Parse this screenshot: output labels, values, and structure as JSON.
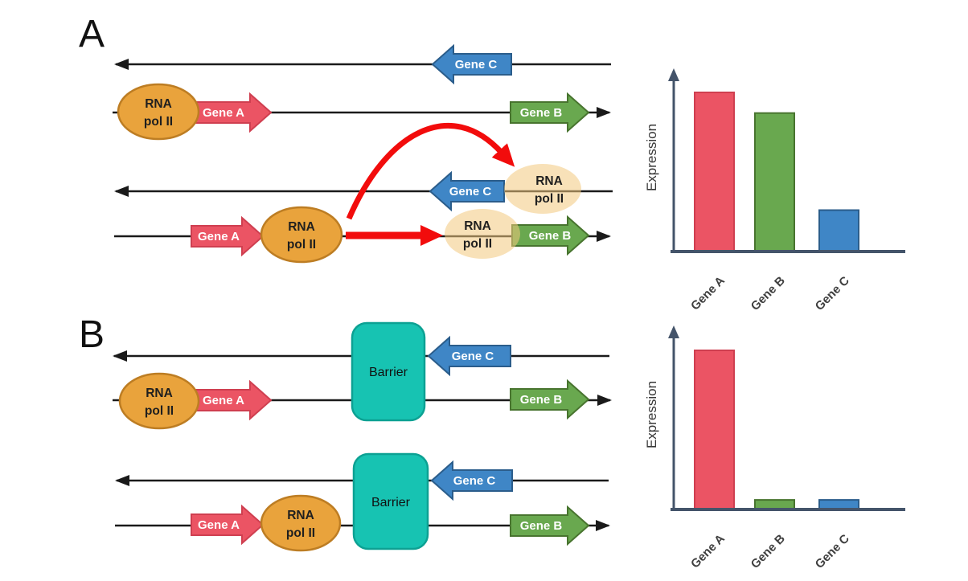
{
  "figure": {
    "panel_a_label": "A",
    "panel_b_label": "B"
  },
  "labels": {
    "gene_a": "Gene A",
    "gene_b": "Gene B",
    "gene_c": "Gene C",
    "rna_line1": "RNA",
    "rna_line2": "pol II",
    "barrier": "Barrier"
  },
  "colors": {
    "gene_a_fill": "#eb5464",
    "gene_a_stroke": "#cf3f50",
    "gene_b_fill": "#69a84f",
    "gene_b_stroke": "#48742f",
    "gene_c_fill": "#3f86c6",
    "gene_c_stroke": "#2b5d8b",
    "polymerase_fill": "#e9a33c",
    "polymerase_stroke": "#bd7d23",
    "polymerase_faded_fill": "#f2c97d",
    "barrier_fill": "#17c3b2",
    "barrier_stroke": "#0ca193",
    "readthrough_arrow_red": "#f20c0c",
    "axis_color": "#44546a",
    "strand_color": "#1a1a1a"
  },
  "chart_data": [
    {
      "type": "bar",
      "panel": "A",
      "categories": [
        "Gene A",
        "Gene B",
        "Gene C"
      ],
      "values": [
        100,
        87,
        26
      ],
      "ylabel": "Expression",
      "xlabel": "",
      "ylim": [
        0,
        110
      ],
      "grid": false,
      "legend": "none",
      "tick_rotation_deg": 45,
      "bar_colors": [
        "#eb5464",
        "#69a84f",
        "#3f86c6"
      ],
      "bar_strokes": [
        "#cf3f50",
        "#48742f",
        "#2b5d8b"
      ]
    },
    {
      "type": "bar",
      "panel": "B",
      "categories": [
        "Gene A",
        "Gene B",
        "Gene C"
      ],
      "values": [
        100,
        6,
        6
      ],
      "ylabel": "Expression",
      "xlabel": "",
      "ylim": [
        0,
        110
      ],
      "grid": false,
      "legend": "none",
      "tick_rotation_deg": 45,
      "bar_colors": [
        "#eb5464",
        "#69a84f",
        "#3f86c6"
      ],
      "bar_strokes": [
        "#cf3f50",
        "#48742f",
        "#2b5d8b"
      ]
    }
  ]
}
